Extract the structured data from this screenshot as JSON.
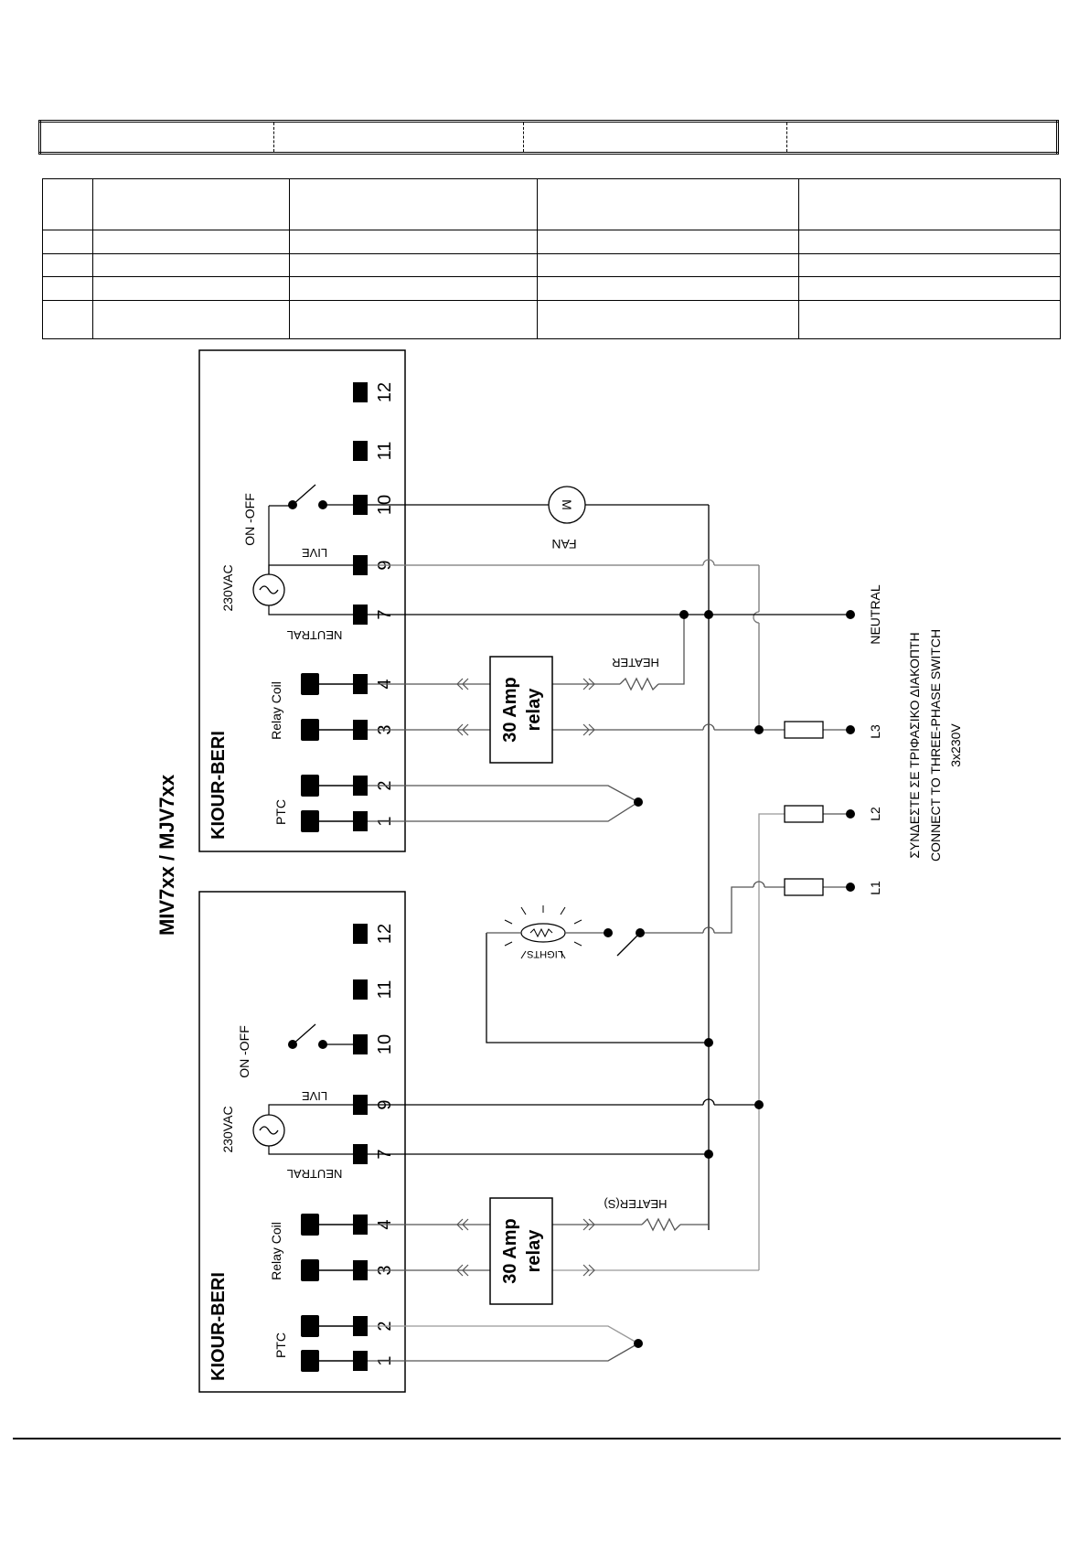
{
  "title": "MIV7xx / MJV7xx",
  "controllers": [
    {
      "brand": "KIOUR-BERI",
      "labels": {
        "ptc": "PTC",
        "relay_coil": "Relay Coil",
        "neutral": "NEUTRAL",
        "live": "LIVE",
        "supply": "230VAC",
        "switch": "ON -OFF"
      },
      "terminals": [
        "1",
        "2",
        "3",
        "4",
        "7",
        "9",
        "10",
        "11",
        "12"
      ],
      "relay": [
        "30 Amp",
        "relay"
      ],
      "loads": {
        "fan": "FAN",
        "fan_symbol": "M",
        "heater": "HEATER"
      }
    },
    {
      "brand": "KIOUR-BERI",
      "labels": {
        "ptc": "PTC",
        "relay_coil": "Relay Coil",
        "neutral": "NEUTRAL",
        "live": "LIVE",
        "supply": "230VAC",
        "switch": "ON -OFF"
      },
      "terminals": [
        "1",
        "2",
        "3",
        "4",
        "7",
        "9",
        "10",
        "11",
        "12"
      ],
      "relay": [
        "30 Amp",
        "relay"
      ],
      "loads": {
        "heater": "HEATER(S)",
        "lights": "LIGHTS"
      }
    }
  ],
  "supply": {
    "neutral": "NEUTRAL",
    "phases": [
      "L1",
      "L2",
      "L3"
    ],
    "note_greek": "ΣΥΝΔΕΣΤΕ ΣΕ ΤΡΙΦΑΣΙΚΟ ΔΙΑΚΟΠΤΗ",
    "note_english": "CONNECT TO THREE-PHASE SWITCH",
    "voltage": "3x230V"
  }
}
